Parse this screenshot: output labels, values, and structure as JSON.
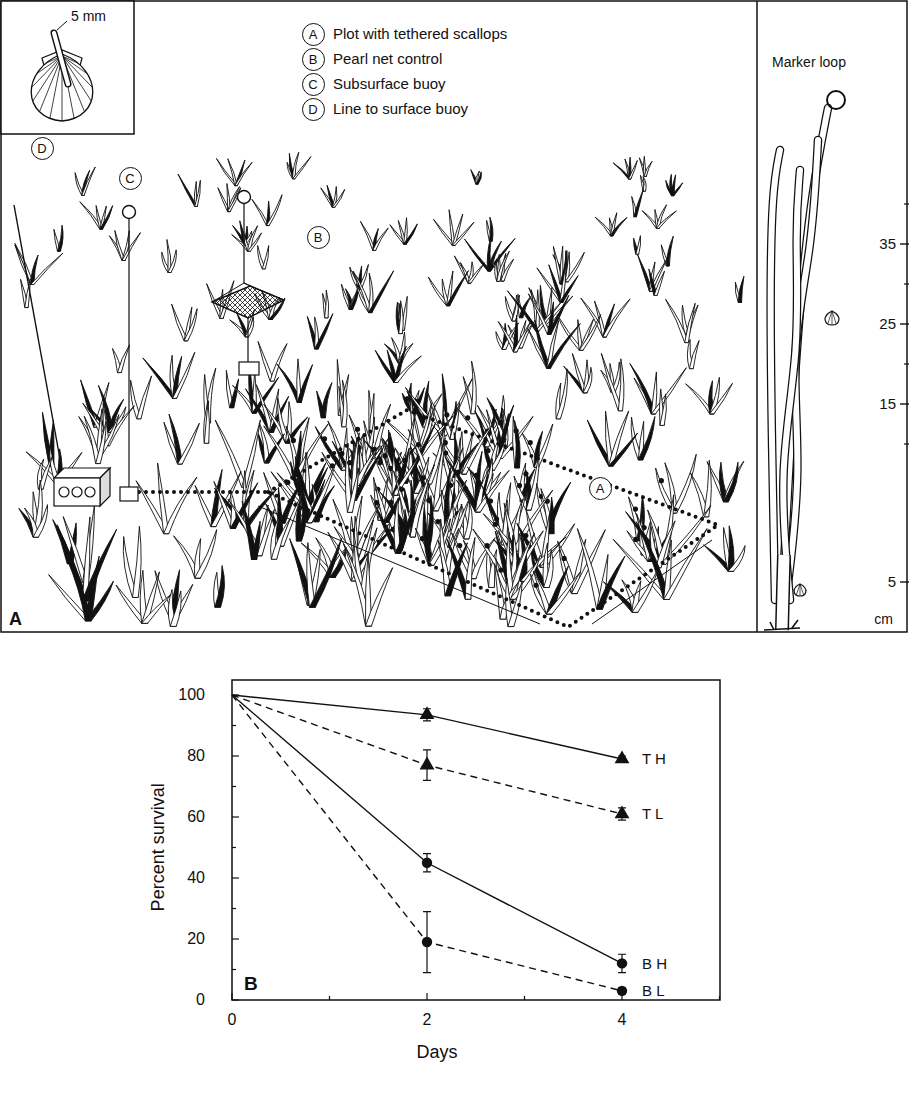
{
  "diagram": {
    "nodes": [
      {
        "text": [
          "A"
        ]
      },
      {
        "text": [
          "B"
        ]
      },
      {
        "text": [
          "C"
        ]
      },
      {
        "text": [
          "D"
        ]
      },
      {
        "text": [
          "D"
        ]
      },
      {
        "text": [
          "C"
        ]
      },
      {
        "text": [
          "B"
        ]
      },
      {
        "text": [
          "A"
        ]
      }
    ],
    "labels": [
      "5 mm",
      "Plot with tethered scallops",
      "Pearl net control",
      "Subsurface buoy",
      "Line to surface buoy",
      "A",
      "Marker loop",
      "35",
      "25",
      "15",
      "5",
      "cm",
      "100",
      "80",
      "60",
      "40",
      "20",
      "0",
      "0",
      "2",
      "4",
      "Percent survival",
      "Days",
      "B",
      "T H",
      "T L",
      "B H",
      "B L"
    ]
  }
}
